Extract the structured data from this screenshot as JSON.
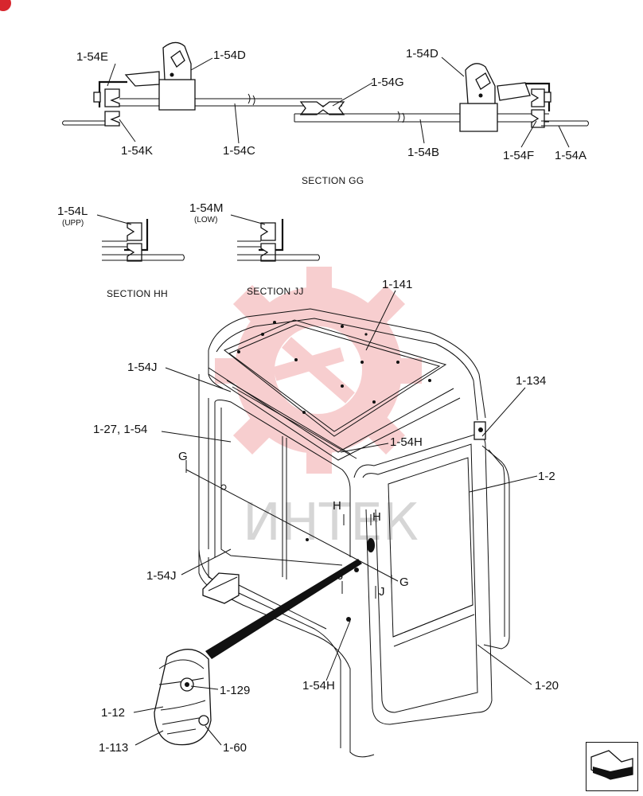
{
  "sections": {
    "gg": "SECTION GG",
    "hh": "SECTION HH",
    "jj": "SECTION JJ"
  },
  "labels": {
    "p1_54E": "1-54E",
    "p1_54D_left": "1-54D",
    "p1_54D_right": "1-54D",
    "p1_54G": "1-54G",
    "p1_54K": "1-54K",
    "p1_54C": "1-54C",
    "p1_54B": "1-54B",
    "p1_54F": "1-54F",
    "p1_54A": "1-54A",
    "p1_54L": "1-54L",
    "p1_54L_sub": "(UPP)",
    "p1_54M": "1-54M",
    "p1_54M_sub": "(LOW)",
    "p1_141": "1-141",
    "p1_54J_top": "1-54J",
    "p1_134": "1-134",
    "p1_27_54": "1-27, 1-54",
    "p1_54H_top": "1-54H",
    "p1_2": "1-2",
    "p1_54J_bottom": "1-54J",
    "p1_54H_bottom": "1-54H",
    "p1_20": "1-20",
    "p1_129": "1-129",
    "p1_12": "1-12",
    "p1_113": "1-113",
    "p1_60": "1-60"
  },
  "markers": {
    "g_left": "G",
    "h_left": "H",
    "h_right": "H",
    "j_left": "J",
    "j_right": "J",
    "g_right": "G"
  },
  "watermark": "ИНТЕК",
  "colors": {
    "watermark_gear": "#f2a7a9",
    "badge": "#d7262e"
  },
  "icons": {
    "nav": "arrow-right-icon",
    "badge": "badge-icon"
  }
}
